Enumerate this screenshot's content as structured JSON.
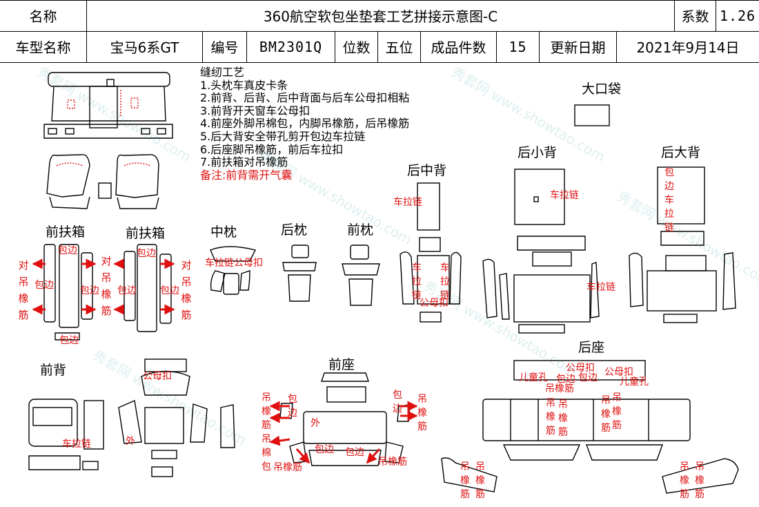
{
  "header": {
    "name_label": "名称",
    "title": "360航空软包坐垫套工艺拼接示意图-C",
    "coefficient_label": "系数",
    "coefficient_value": "1.26",
    "model_label": "车型名称",
    "model_value": "宝马6系GT",
    "code_label": "编号",
    "code_value": "BM2301Q",
    "seats_label": "位数",
    "seats_value": "五位",
    "pieces_label": "成品件数",
    "pieces_value": "15",
    "date_label": "更新日期",
    "date_value": "2021年9月14日"
  },
  "notes": {
    "heading": "缝纫工艺",
    "items": [
      "1.头枕车真皮卡条",
      "2.前背、后背、后中背面与后车公母扣相粘",
      "3.前背开天窗车公母扣",
      "4.前座外脚吊棉包，内脚吊橡筋，后吊橡筋",
      "5.后大背安全带孔剪开包边车拉链",
      "6.后座脚吊橡筋，前后车拉扣",
      "7.前扶箱对吊橡筋"
    ],
    "remark": "备注:前背需开气囊"
  },
  "sections": {
    "big_pocket": "大口袋",
    "rear_small_back": "后小背",
    "rear_big_back": "后大背",
    "rear_mid_back": "后中背",
    "front_armrest_1": "前扶箱",
    "front_armrest_2": "前扶箱",
    "mid_pillow": "中枕",
    "rear_pillow": "后枕",
    "front_pillow": "前枕",
    "front_back": "前背",
    "front_seat": "前座",
    "rear_seat": "后座"
  },
  "annotations": {
    "zipper": "车拉链",
    "binding": "包边",
    "hang_elastic": "吊橡筋",
    "pair_hang_elastic": "对吊橡筋",
    "hang_cotton": "吊棉包",
    "snap": "公母扣",
    "child_seat_hole": "儿童孔",
    "outer": "外",
    "binding_zipper": "包边车拉链",
    "zipper_snap": "车拉链公母扣"
  },
  "watermark": "秀套网 www.showtao.com",
  "colors": {
    "line": "#000000",
    "accent": "#e01010",
    "watermark": "#d7ecec"
  }
}
